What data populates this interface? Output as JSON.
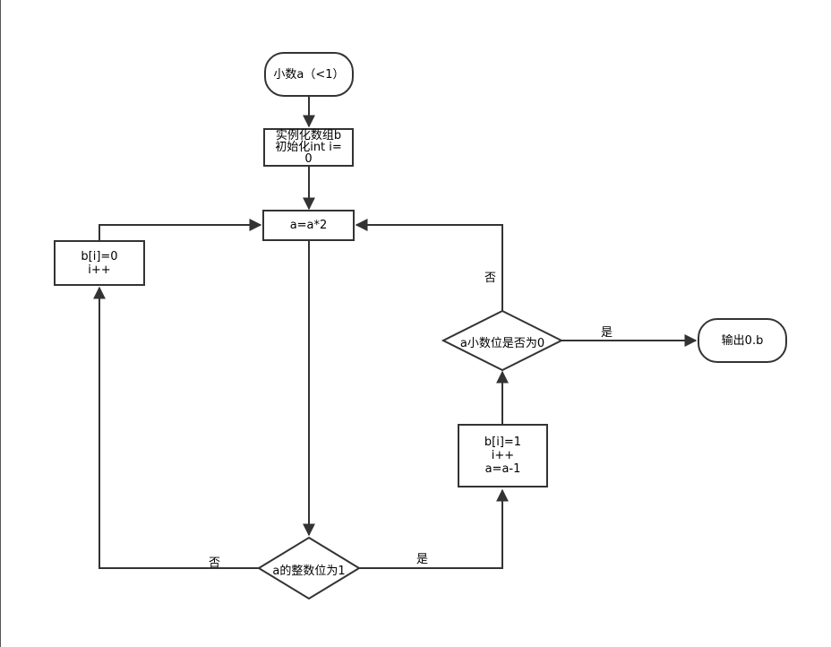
{
  "start": "小数a（<1）",
  "init": [
    "实例化数组b",
    "初始化int i=",
    "0"
  ],
  "multiply": "a=a*2",
  "set_zero": [
    "b[i]=0",
    "i++"
  ],
  "set_one": [
    "b[i]=1",
    "i++",
    "a=a-1"
  ],
  "check_integer": "a的整数位为1",
  "check_fraction": "a小数位是否为0",
  "output": "输出0.b",
  "labels": {
    "yes": "是",
    "no": "否"
  }
}
